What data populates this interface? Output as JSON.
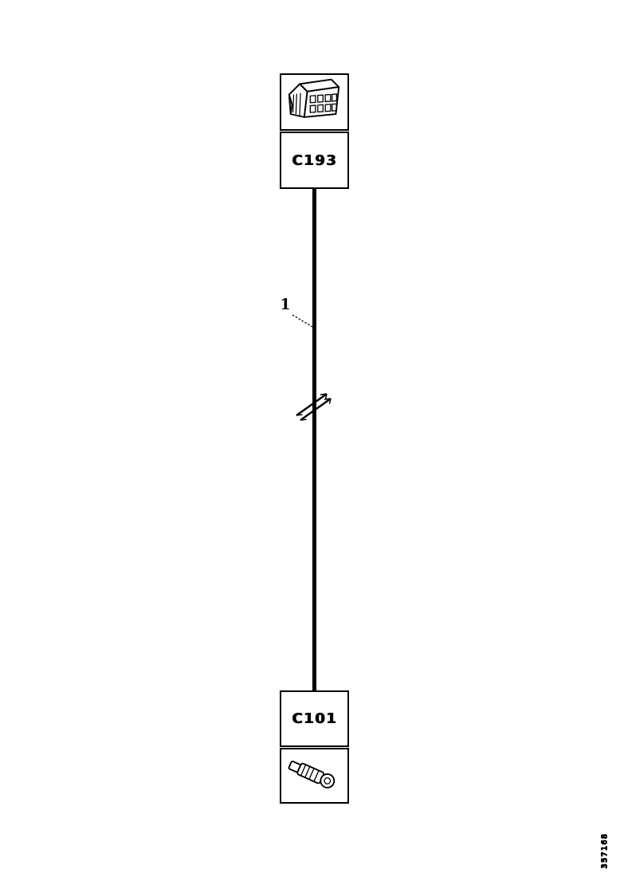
{
  "diagram": {
    "type": "wiring-harness-repair-diagram",
    "top_connector": {
      "label": "C193",
      "illustration": "multi-pin-connector-isometric"
    },
    "bottom_connector": {
      "label": "C101",
      "illustration": "single-wire-terminal-isometric"
    },
    "wire": {
      "callout": "1",
      "break_symbol": "double-slash-continuation-marks"
    },
    "figure_number": "357168",
    "colors": {
      "line": "#000000",
      "background": "#ffffff"
    }
  }
}
